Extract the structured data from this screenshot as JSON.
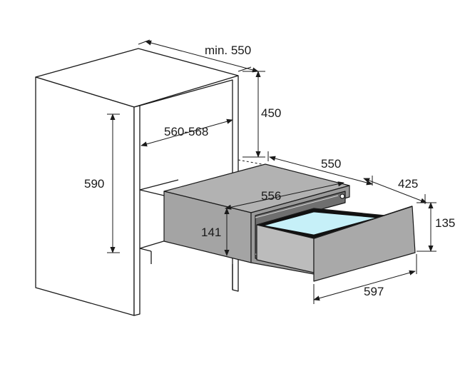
{
  "colors": {
    "line": "#1a1a1a",
    "cabinet_fill": "#ffffff",
    "drawer_fill": "#a9a9a9",
    "drawer_dark": "#8e8e8e",
    "glass_fill": "#c6f0f8",
    "tray_edge": "#111111"
  },
  "dimensions": {
    "min_depth": "min. 550",
    "height_above": "450",
    "niche_width": "560-568",
    "niche_height": "590",
    "unit_depth": "550",
    "drawer_extension": "425",
    "unit_width": "556",
    "front_height": "135",
    "unit_height": "141",
    "front_width": "597"
  }
}
